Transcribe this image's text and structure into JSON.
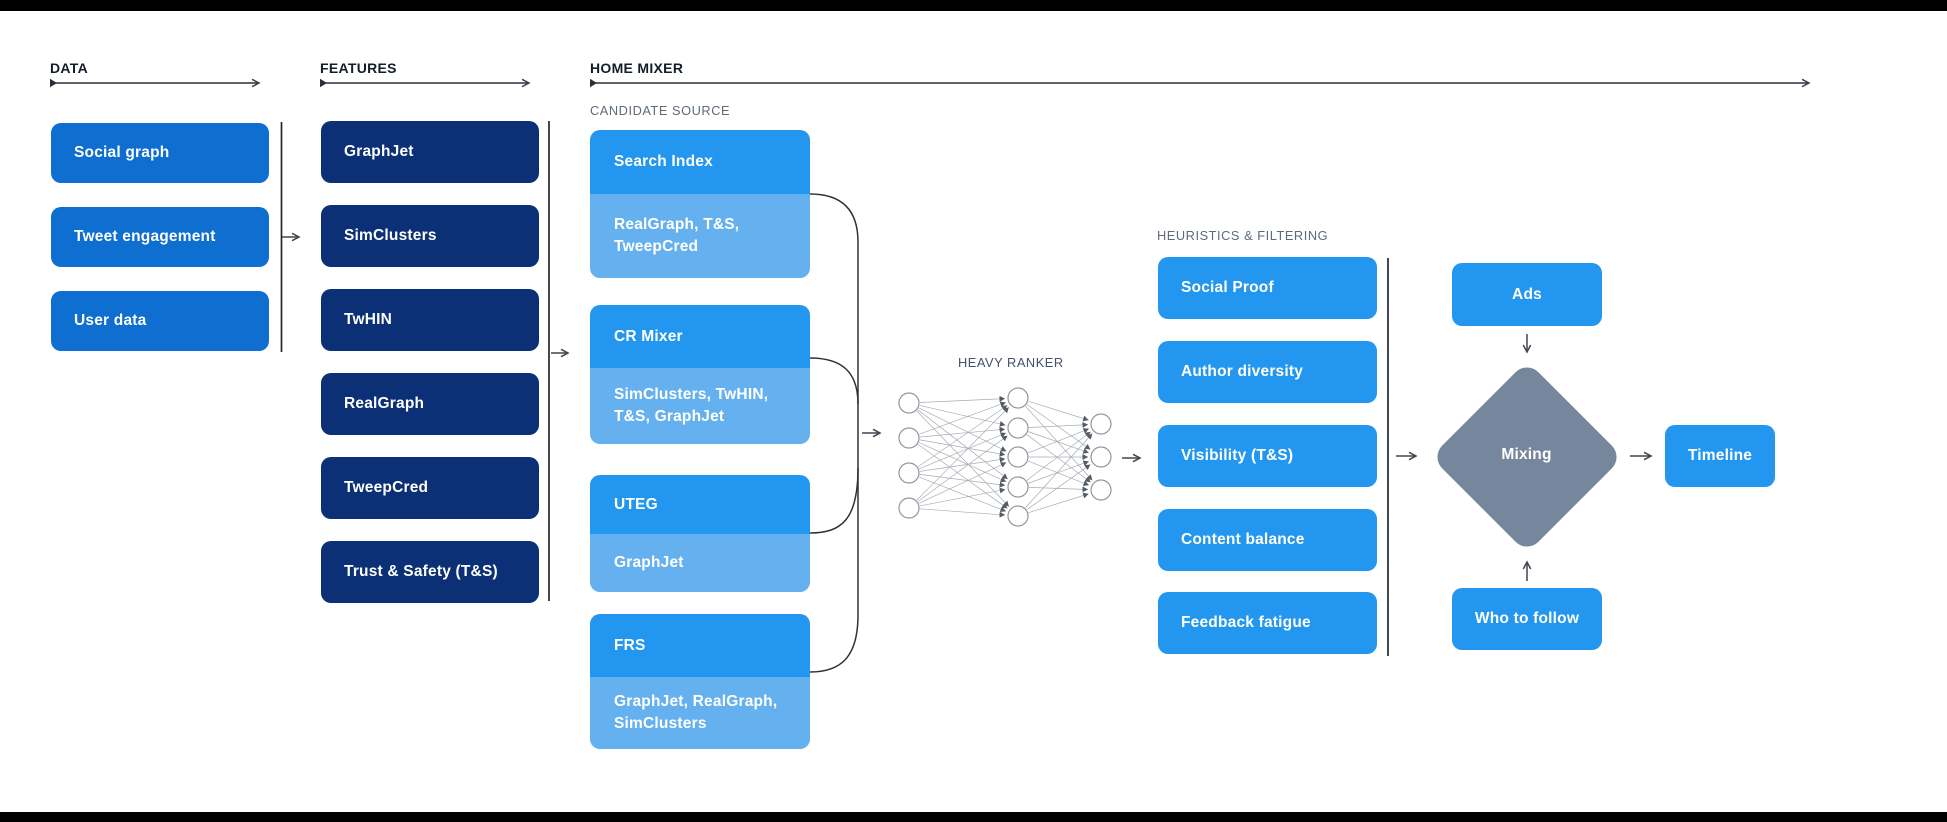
{
  "sections": {
    "data": {
      "label": "DATA",
      "items": [
        "Social graph",
        "Tweet engagement",
        "User data"
      ]
    },
    "features": {
      "label": "FEATURES",
      "items": [
        "GraphJet",
        "SimClusters",
        "TwHIN",
        "RealGraph",
        "TweepCred",
        "Trust & Safety (T&S)"
      ]
    },
    "home_mixer": {
      "label": "HOME MIXER",
      "candidate_source": {
        "label": "CANDIDATE SOURCE",
        "items": [
          {
            "title": "Search Index",
            "sub": "RealGraph, T&S, TweepCred"
          },
          {
            "title": "CR Mixer",
            "sub": "SimClusters, TwHIN, T&S, GraphJet"
          },
          {
            "title": "UTEG",
            "sub": "GraphJet"
          },
          {
            "title": "FRS",
            "sub": "GraphJet, RealGraph, SimClusters"
          }
        ]
      },
      "heavy_ranker": {
        "label": "HEAVY RANKER"
      },
      "heuristics": {
        "label": "HEURISTICS & FILTERING",
        "items": [
          "Social Proof",
          "Author diversity",
          "Visibility (T&S)",
          "Content balance",
          "Feedback fatigue"
        ]
      },
      "mixing_flow": {
        "ads": "Ads",
        "mixing": "Mixing",
        "who_to_follow": "Who to follow",
        "timeline": "Timeline"
      }
    }
  },
  "colors": {
    "data_box": "#0e6fd0",
    "feature_box": "#0b3075",
    "source_box": "#2397f0",
    "source_sub_box": "#65b1f0",
    "mixing_diamond": "#76879d",
    "letterbox_bar": "#000000"
  }
}
